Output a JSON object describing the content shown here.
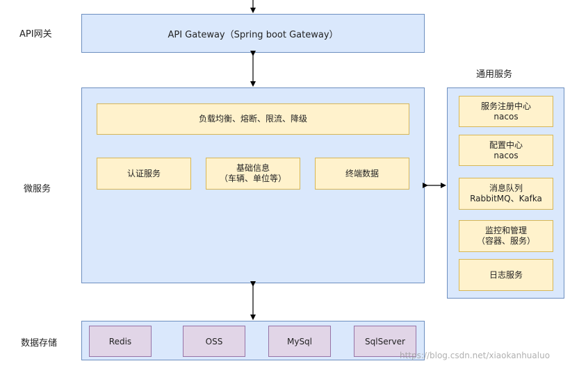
{
  "layers": {
    "gateway": "API网关",
    "microservices": "微服务",
    "storage": "数据存储"
  },
  "gateway_box": {
    "label": "API Gateway（Spring boot Gateway）"
  },
  "microservice": {
    "lb_bar": "负载均衡、熔断、限流、降级",
    "services": [
      {
        "line1": "认证服务",
        "line2": ""
      },
      {
        "line1": "基础信息",
        "line2": "（车辆、单位等）"
      },
      {
        "line1": "终端数据",
        "line2": ""
      }
    ]
  },
  "common_services": {
    "title": "通用服务",
    "items": [
      {
        "line1": "服务注册中心",
        "line2": "nacos"
      },
      {
        "line1": "配置中心",
        "line2": "nacos"
      },
      {
        "line1": "消息队列",
        "line2": "RabbitMQ、Kafka"
      },
      {
        "line1": "监控和管理",
        "line2": "（容器、服务）"
      },
      {
        "line1": "日志服务",
        "line2": ""
      }
    ]
  },
  "storage": {
    "items": [
      "Redis",
      "OSS",
      "MySql",
      "SqlServer"
    ]
  },
  "watermark": "https://blog.csdn.net/xiaokanhualuo",
  "colors": {
    "blue_fill": "#dae8fc",
    "blue_border": "#6c8ebf",
    "yellow_fill": "#fff2cc",
    "yellow_border": "#d6b656",
    "purple_fill": "#e1d5e7",
    "purple_border": "#9673a6"
  }
}
